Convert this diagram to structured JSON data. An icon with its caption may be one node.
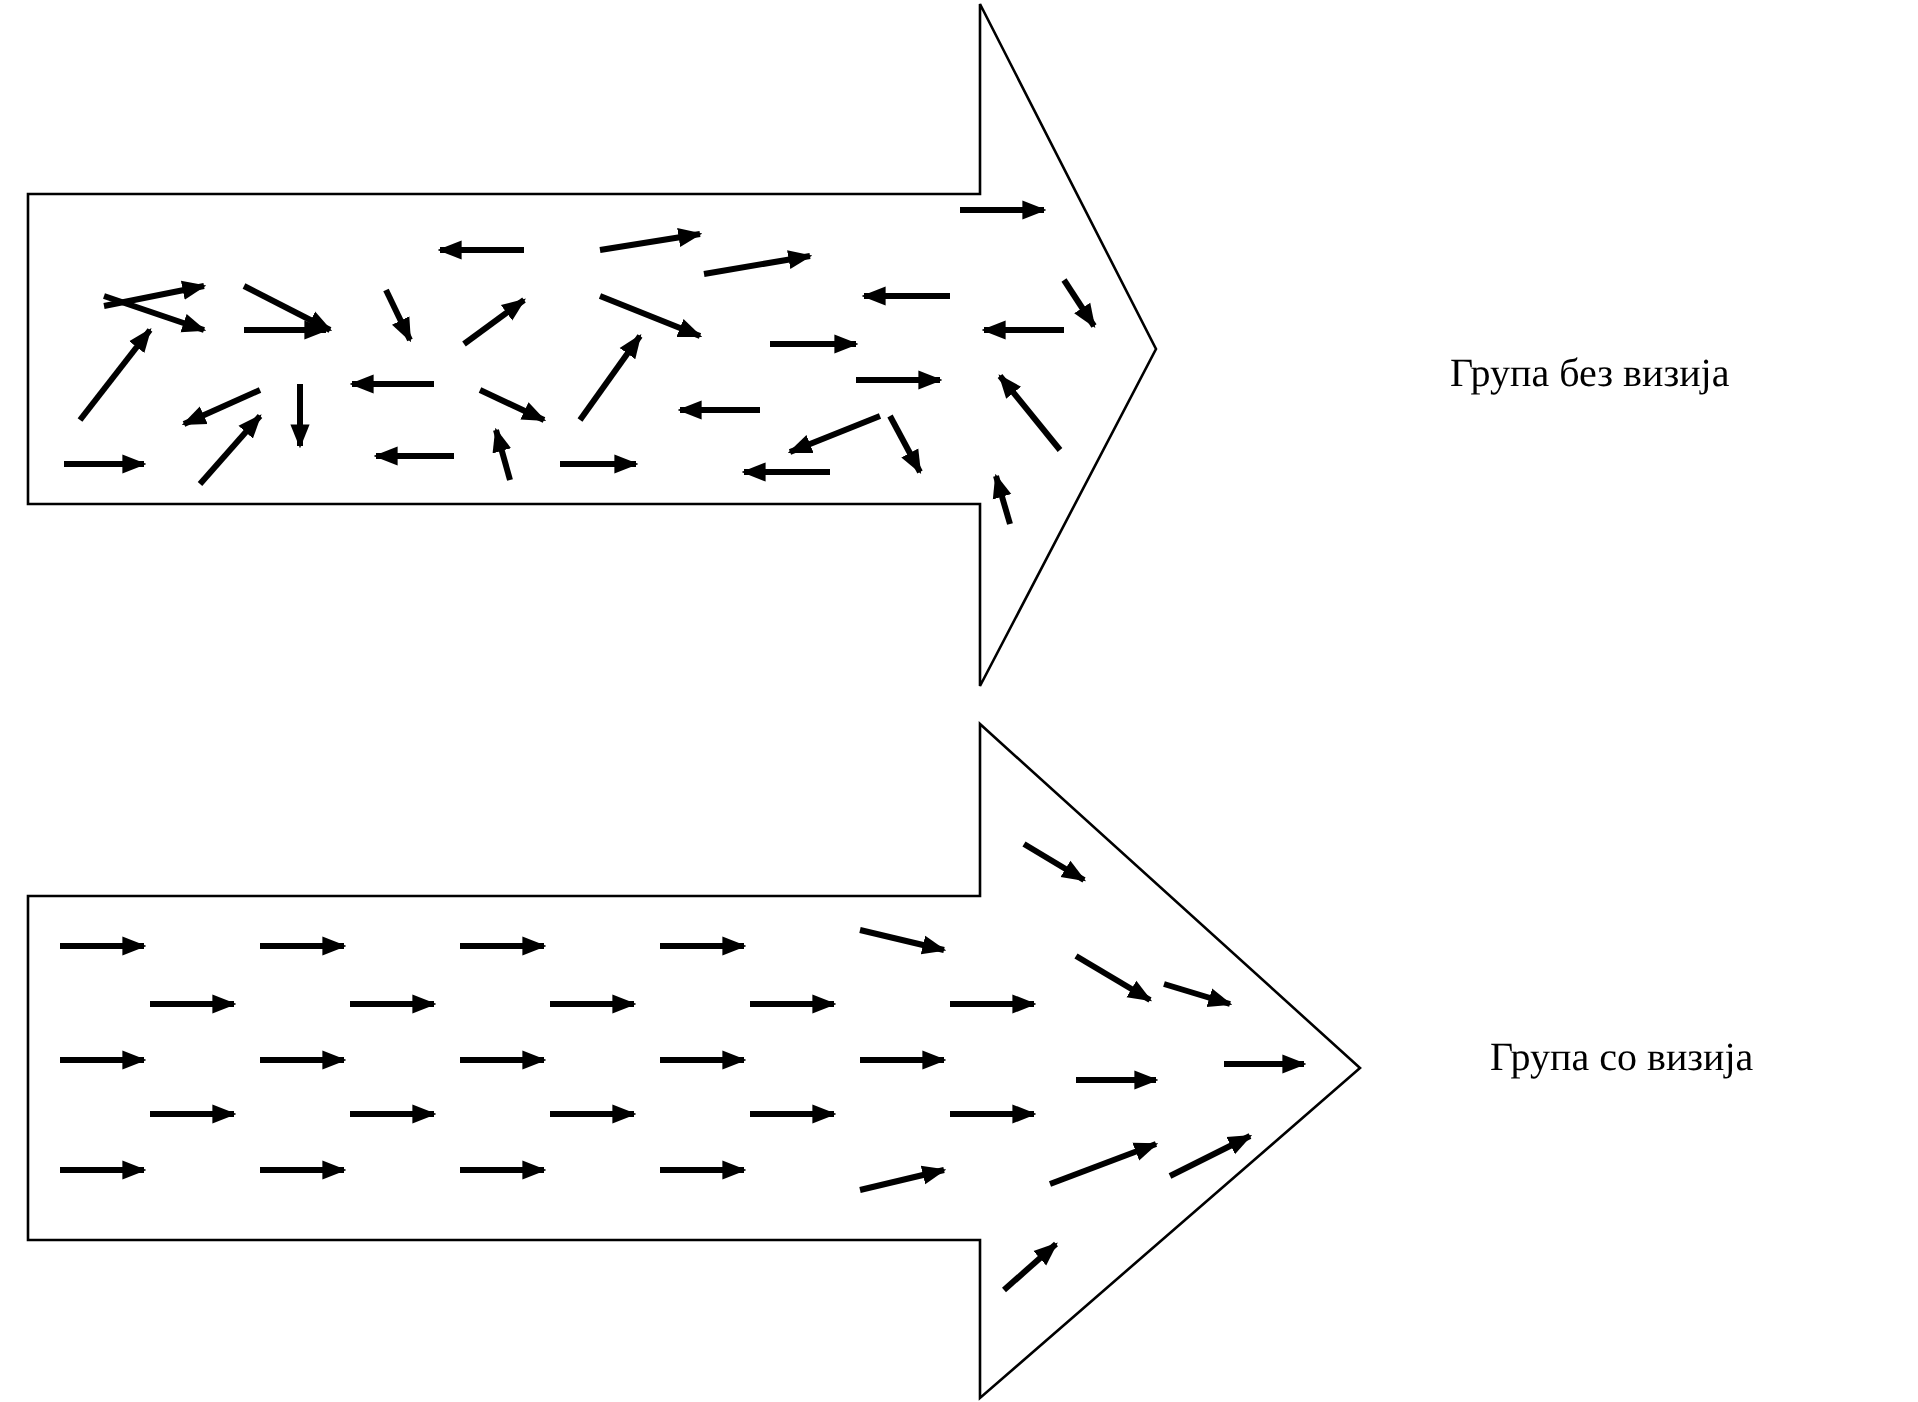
{
  "diagram": {
    "nodes": [
      {
        "text": [],
        "shape": "arrow"
      },
      {
        "text": [],
        "shape": "arrow"
      }
    ],
    "labels": [
      "Група без визија",
      "Група со визија"
    ]
  }
}
